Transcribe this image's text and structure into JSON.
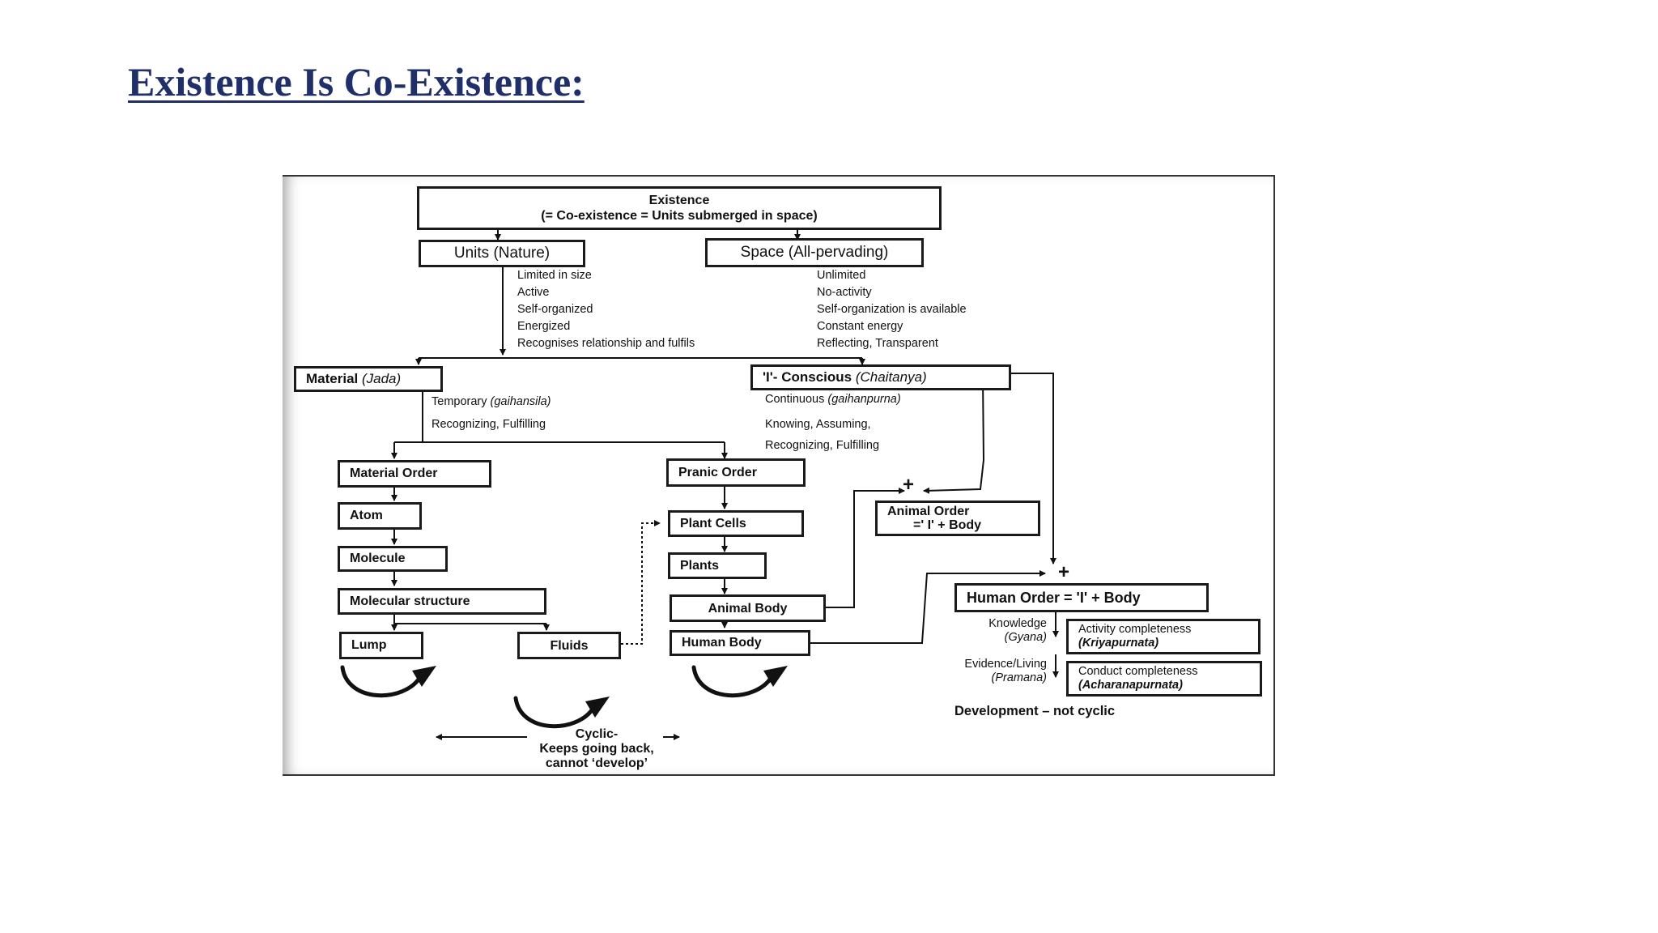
{
  "title": "Existence Is Co-Existence:",
  "diagram": {
    "existence": {
      "line1": "Existence",
      "line2": "(= Co-existence = Units submerged in space)"
    },
    "units": "Units (Nature)",
    "space": "Space (All-pervading)",
    "units_props": [
      "Limited in size",
      "Active",
      "Self-organized",
      "Energized",
      "Recognises relationship and fulfils"
    ],
    "space_props": [
      "Unlimited",
      "No-activity",
      "Self-organization is available",
      "Constant energy",
      "Reflecting, Transparent"
    ],
    "material": {
      "label": "Material",
      "term": "(Jada)"
    },
    "material_props": {
      "temporary": "Temporary",
      "temporary_term": "(gaihansila)",
      "recognizing": "Recognizing, Fulfilling"
    },
    "conscious": {
      "label": "'I'- Conscious",
      "term": "(Chaitanya)"
    },
    "conscious_props": {
      "continuous": "Continuous",
      "continuous_term": "(gaihanpurna)",
      "knowing": "Knowing, Assuming,",
      "recognizing": "Recognizing, Fulfilling"
    },
    "material_order": "Material Order",
    "atom": "Atom",
    "molecule": "Molecule",
    "molecular_structure": "Molecular structure",
    "lump": "Lump",
    "fluids": "Fluids",
    "pranic_order": "Pranic Order",
    "plant_cells": "Plant Cells",
    "plants": "Plants",
    "animal_body": "Animal Body",
    "human_body": "Human Body",
    "plus": "+",
    "animal_order": {
      "line1": "Animal Order",
      "line2": "=' I' + Body"
    },
    "human_order": "Human Order = 'I' + Body",
    "knowledge": {
      "line1": "Knowledge",
      "line2": "(Gyana)"
    },
    "evidence": {
      "line1": "Evidence/Living",
      "line2": "(Pramana)"
    },
    "activity": {
      "line1": "Activity completeness",
      "line2": "(Kriyapurnata)"
    },
    "conduct": {
      "line1": "Conduct completeness",
      "line2": "(Acharanapurnata)"
    },
    "development": "Development – not cyclic",
    "cyclic": {
      "line1": "Cyclic-",
      "line2": "Keeps going back,",
      "line3": "cannot ‘develop’"
    }
  }
}
